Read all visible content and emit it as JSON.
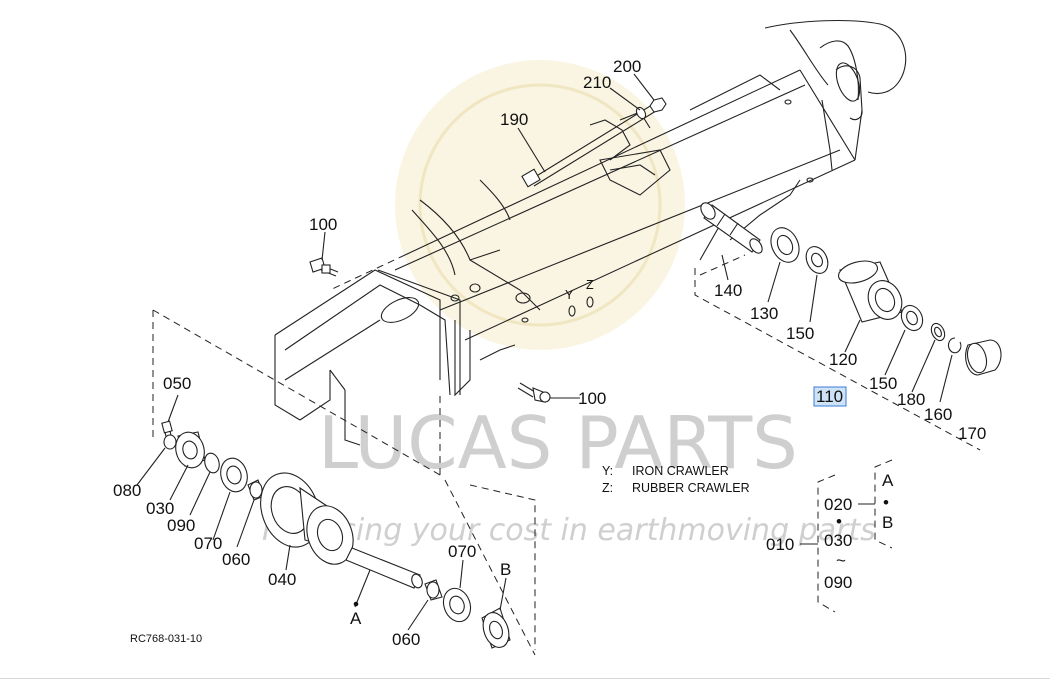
{
  "watermark": {
    "brand": "LUCAS PARTS",
    "tagline": "Reducing your cost in earthmoving parts"
  },
  "drawing_code": "RC768-031-10",
  "part_labels": {
    "p010": "010",
    "p020": "020",
    "p030a": "030",
    "p030b": "030",
    "p040": "040",
    "p050": "050",
    "p060a": "060",
    "p060b": "060",
    "p070a": "070",
    "p070b": "070",
    "p080": "080",
    "p090a": "090",
    "p090b": "090",
    "p100a": "100",
    "p100b": "100",
    "p110": "110",
    "p120": "120",
    "p130": "130",
    "p140": "140",
    "p150a": "150",
    "p150b": "150",
    "p160": "160",
    "p170": "170",
    "p180": "180",
    "p190": "190",
    "p200": "200",
    "p210": "210"
  },
  "markers": {
    "A1": "A",
    "A2": "A",
    "B1": "B",
    "B2": "B",
    "Y": "Y",
    "Z": "Z",
    "range_tilde": "~",
    "dot": "•"
  },
  "legend": {
    "y_key": "Y:",
    "y_text": "IRON CRAWLER",
    "z_key": "Z:",
    "z_text": "RUBBER CRAWLER"
  },
  "highlight": {
    "color": "#3b7bd6"
  }
}
